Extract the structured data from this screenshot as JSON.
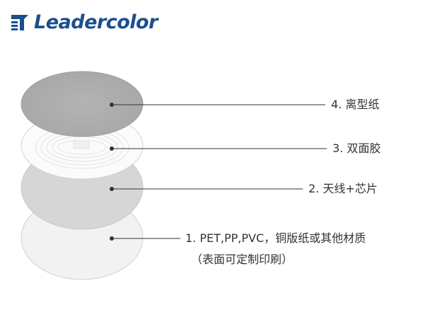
{
  "brand": {
    "name": "Leadercolor",
    "color": "#1b4f8e"
  },
  "layers": [
    {
      "label": "4. 离型纸"
    },
    {
      "label": "3. 双面胶"
    },
    {
      "label": "2. 天线+芯片"
    },
    {
      "label": "1. PET,PP,PVC，铜版纸或其他材质",
      "sublabel": "（表面可定制印刷）"
    }
  ]
}
